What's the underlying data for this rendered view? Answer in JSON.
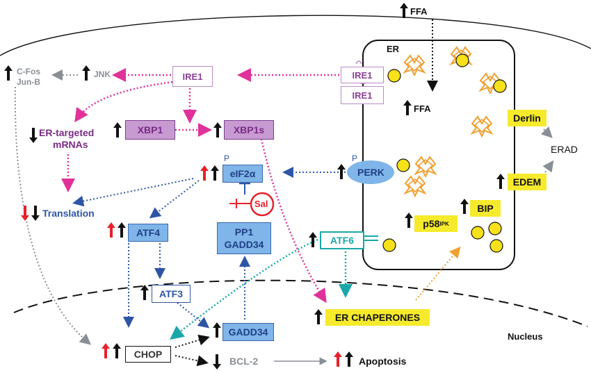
{
  "labels": {
    "ffa_top": "FFA",
    "ffa_er": "FFA",
    "er": "ER",
    "cfos": "C-Fos",
    "junb": "Jun-B",
    "jnk": "JNK",
    "ire1_cyto": "IRE1",
    "ire1_a": "IRE1",
    "ire1_b": "IRE1",
    "er_mrna_1": "ER-targeted",
    "er_mrna_2": "mRNAs",
    "xbp1": "XBP1",
    "xbp1s": "XBP1s",
    "p_eif": "P",
    "eif2a": "eIF2α",
    "p_perk": "P",
    "perk": "PERK",
    "translation": "Translation",
    "sal": "Sal",
    "atf4": "ATF4",
    "pp1": "PP1",
    "gadd34_box": "GADD34",
    "atf6": "ATF6",
    "atf3": "ATF3",
    "gadd34_nuc": "GADD34",
    "chop": "CHOP",
    "bcl2": "BCL-2",
    "apoptosis": "Apoptosis",
    "er_chaperones": "ER CHAPERONES",
    "nucleus": "Nucleus",
    "derlin": "Derlin",
    "erad": "ERAD",
    "edem": "EDEM",
    "bip": "BIP",
    "p58": "p58",
    "p58_sup": "IPK"
  },
  "colors": {
    "magenta": "#e0329a",
    "blue_arrow": "#2e55a5",
    "teal": "#1aa7a8",
    "gray": "#8a8f96",
    "orange": "#f0a030",
    "red": "#e8202a",
    "yellow": "#f6ea2c",
    "protein_blue": "#7fb5e8",
    "purple": "#7a2a85"
  },
  "icons": [
    "up-arrow-icon",
    "down-arrow-icon",
    "misfolded-protein-icon",
    "yellow-protein-icon",
    "inhibition-icon"
  ]
}
